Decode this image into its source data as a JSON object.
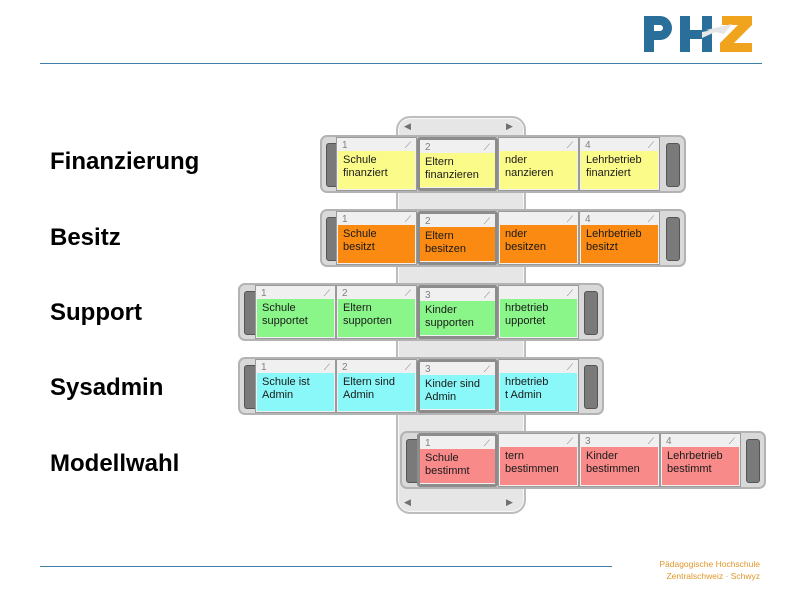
{
  "labels": [
    "Finanzierung",
    "Besitz",
    "Support",
    "Sysadmin",
    "Modellwahl"
  ],
  "footer": {
    "line1": "Pädagogische Hochschule",
    "line2": "Zentralschweiz · Schwyz"
  },
  "rows": [
    {
      "color": "#fbfb8a",
      "cells": [
        {
          "num": "1",
          "text": "Schule\nfinanziert"
        },
        {
          "num": "2",
          "text": "Eltern\nfinanzieren"
        },
        {
          "num": "",
          "text": "nder\nnanzieren"
        },
        {
          "num": "4",
          "text": "Lehrbetrieb\nfinanziert"
        }
      ]
    },
    {
      "color": "#fa8a12",
      "cells": [
        {
          "num": "1",
          "text": "Schule\nbesitzt"
        },
        {
          "num": "2",
          "text": "Eltern\nbesitzen"
        },
        {
          "num": "",
          "text": "nder\nbesitzen"
        },
        {
          "num": "4",
          "text": "Lehrbetrieb\nbesitzt"
        }
      ]
    },
    {
      "color": "#8af68a",
      "cells": [
        {
          "num": "1",
          "text": "Schule\nsupportet"
        },
        {
          "num": "2",
          "text": "Eltern\nsupporten"
        },
        {
          "num": "3",
          "text": "Kinder\nsupporten"
        },
        {
          "num": "",
          "text": "hrbetrieb\nupportet"
        }
      ]
    },
    {
      "color": "#8af8f8",
      "cells": [
        {
          "num": "1",
          "text": "Schule ist\nAdmin"
        },
        {
          "num": "2",
          "text": "Eltern sind\nAdmin"
        },
        {
          "num": "3",
          "text": "Kinder sind\nAdmin"
        },
        {
          "num": "",
          "text": "hrbetrieb\nt Admin"
        }
      ]
    },
    {
      "color": "#f88a8a",
      "cells": [
        {
          "num": "1",
          "text": "Schule\nbestimmt"
        },
        {
          "num": "",
          "text": "tern\nbestimmen"
        },
        {
          "num": "3",
          "text": "Kinder\nbestimmen"
        },
        {
          "num": "4",
          "text": "Lehrbetrieb\nbestimmt"
        }
      ]
    }
  ]
}
